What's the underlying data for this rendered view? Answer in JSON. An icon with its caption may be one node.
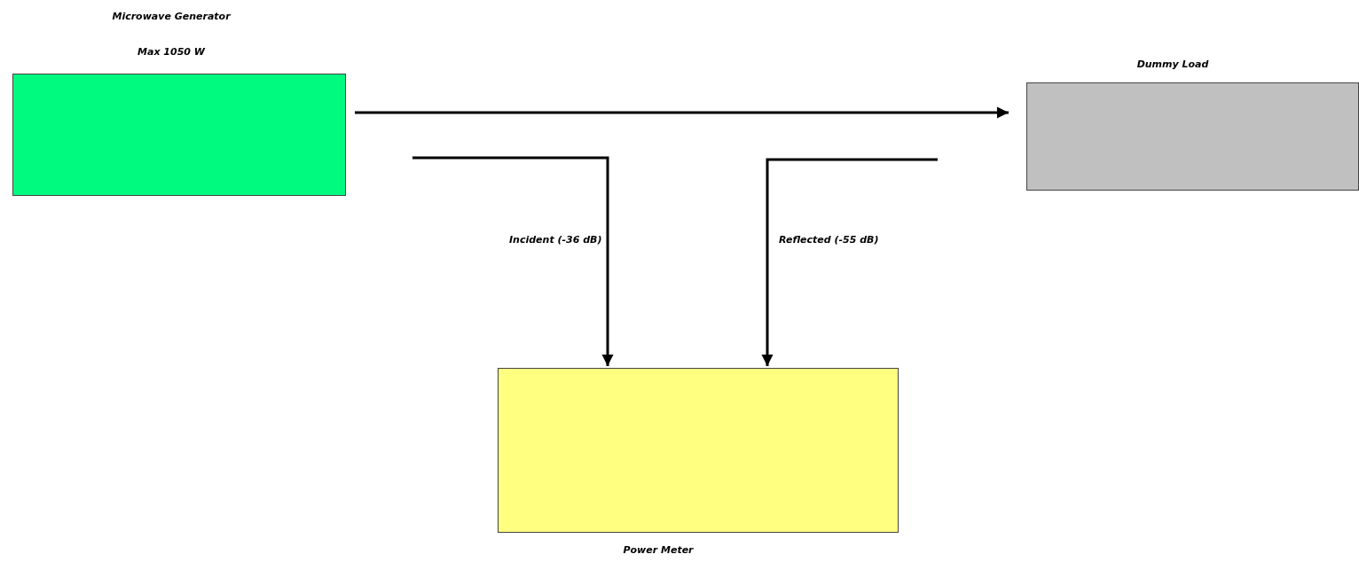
{
  "diagram": {
    "nodes": [
      {
        "text": [
          "Microwave Generator",
          "Max 1050 W"
        ]
      },
      {
        "text": [
          "Dummy Load"
        ]
      },
      {
        "text": [
          "Power Meter"
        ]
      }
    ],
    "edges": [
      {
        "from": 0,
        "to": 1,
        "arrow": "to"
      },
      {
        "from": null,
        "to": 2,
        "arrow": "to",
        "label": "Incident (-36 dB)"
      },
      {
        "from": null,
        "to": 2,
        "arrow": "to",
        "label": "Reflected (-55 dB)"
      }
    ]
  }
}
